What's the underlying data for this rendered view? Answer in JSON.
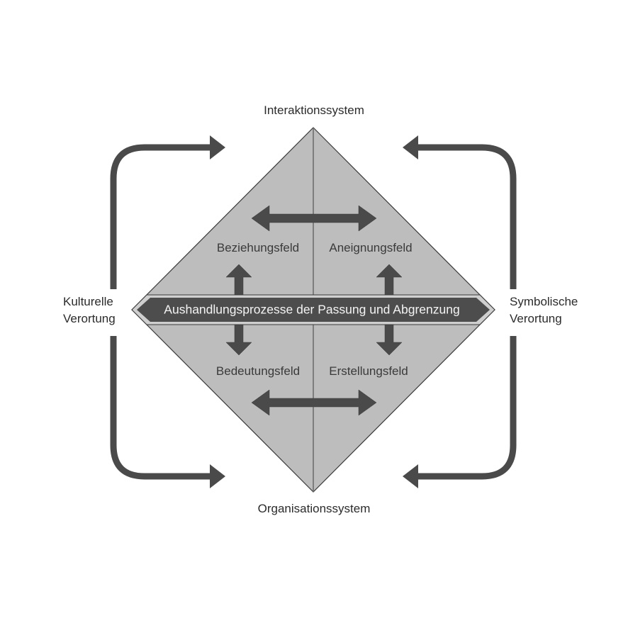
{
  "diagram": {
    "top_label": "Interaktionssystem",
    "bottom_label": "Organisationssystem",
    "left_label": {
      "line1": "Kulturelle",
      "line2": "Verortung"
    },
    "right_label": {
      "line1": "Symbolische",
      "line2": "Verortung"
    },
    "fields": {
      "upper_left": "Beziehungsfeld",
      "upper_right": "Aneignungsfeld",
      "lower_left": "Bedeutungsfeld",
      "lower_right": "Erstellungsfeld"
    },
    "banner": "Aushandlungsprozesse der Passung und Abgrenzung",
    "colors": {
      "diamond_fill": "#bdbdbd",
      "arrow_dark": "#4a4a4a",
      "outline": "#3a3a3a",
      "banner_fill": "#4d4d4d",
      "text": "#2b2b2b"
    }
  }
}
